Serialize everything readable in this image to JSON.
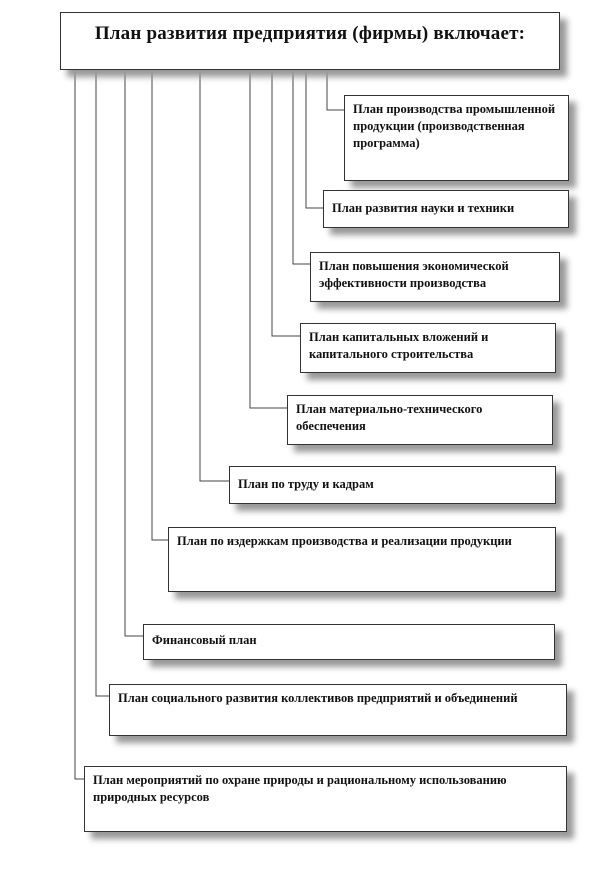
{
  "title": "План развития предприятия (фирмы) включает:",
  "items": [
    "План производства промышленной продукции (производственная программа)",
    "План развития науки и техники",
    "План повышения экономической эффективности производства",
    "План капитальных вложений и капитального строительства",
    "План материально-технического обеспечения",
    "План по труду и кадрам",
    "План по издержкам производства и реализации продукции",
    "Финансовый план",
    "План социального развития коллективов предприятий и объединений",
    "План мероприятий по охране природы и рациональному использованию природных ресурсов"
  ]
}
